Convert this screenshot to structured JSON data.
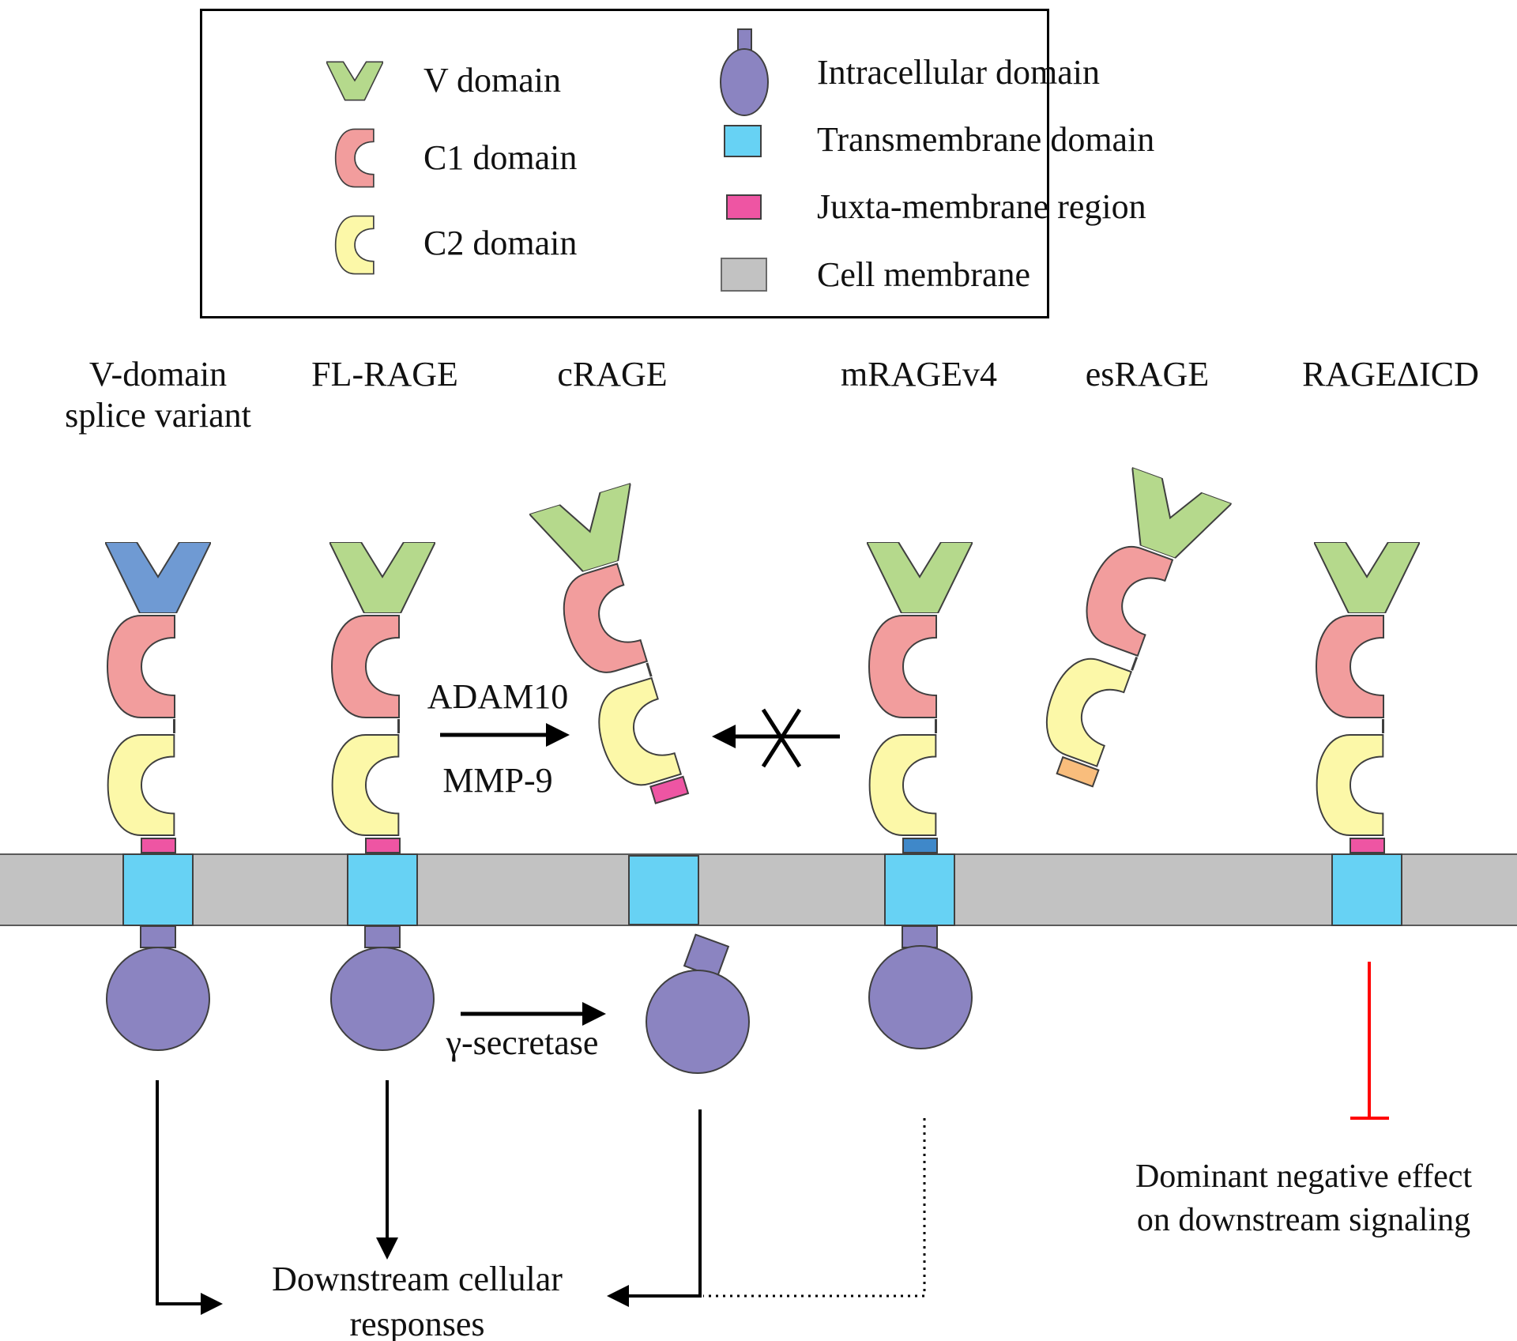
{
  "legend": {
    "items": [
      {
        "icon": "v-domain-icon",
        "label": "V domain"
      },
      {
        "icon": "c1-domain-icon",
        "label": "C1 domain"
      },
      {
        "icon": "c2-domain-icon",
        "label": "C2 domain"
      },
      {
        "icon": "intracellular-domain-icon",
        "label": "Intracellular domain"
      },
      {
        "icon": "transmembrane-domain-icon",
        "label": "Transmembrane domain"
      },
      {
        "icon": "juxta-membrane-icon",
        "label": "Juxta-membrane region"
      },
      {
        "icon": "cell-membrane-icon",
        "label": "Cell membrane"
      }
    ]
  },
  "variants": [
    {
      "label": "V-domain",
      "label2": "splice variant"
    },
    {
      "label": "FL-RAGE"
    },
    {
      "label": "cRAGE"
    },
    {
      "label": "mRAGEv4"
    },
    {
      "label": "esRAGE"
    },
    {
      "label": "RAGEΔICD"
    }
  ],
  "annotations": {
    "adam10": "ADAM10",
    "mmp9": "MMP-9",
    "gamma_secretase": "γ-secretase",
    "downstream_line1": "Downstream cellular",
    "downstream_line2": "responses",
    "dominant_line1": "Dominant negative effect",
    "dominant_line2": "on downstream signaling"
  },
  "colors": {
    "v_domain_green": "#b5d98c",
    "v_domain_blue_variant": "#6f9ad3",
    "c1_domain_pink": "#f29d9d",
    "c2_domain_yellow": "#fcf8a8",
    "juxta_membrane_magenta": "#ee55a3",
    "mragev4_juxta_blue": "#3f88c9",
    "esrage_tail_orange": "#f9bd7c",
    "transmembrane_cyan": "#67d2f4",
    "intracellular_purple": "#8b84c1",
    "cell_membrane_gray": "#c2c2c2",
    "inhibition_red": "#ff0000",
    "arrow_black": "#000000"
  }
}
